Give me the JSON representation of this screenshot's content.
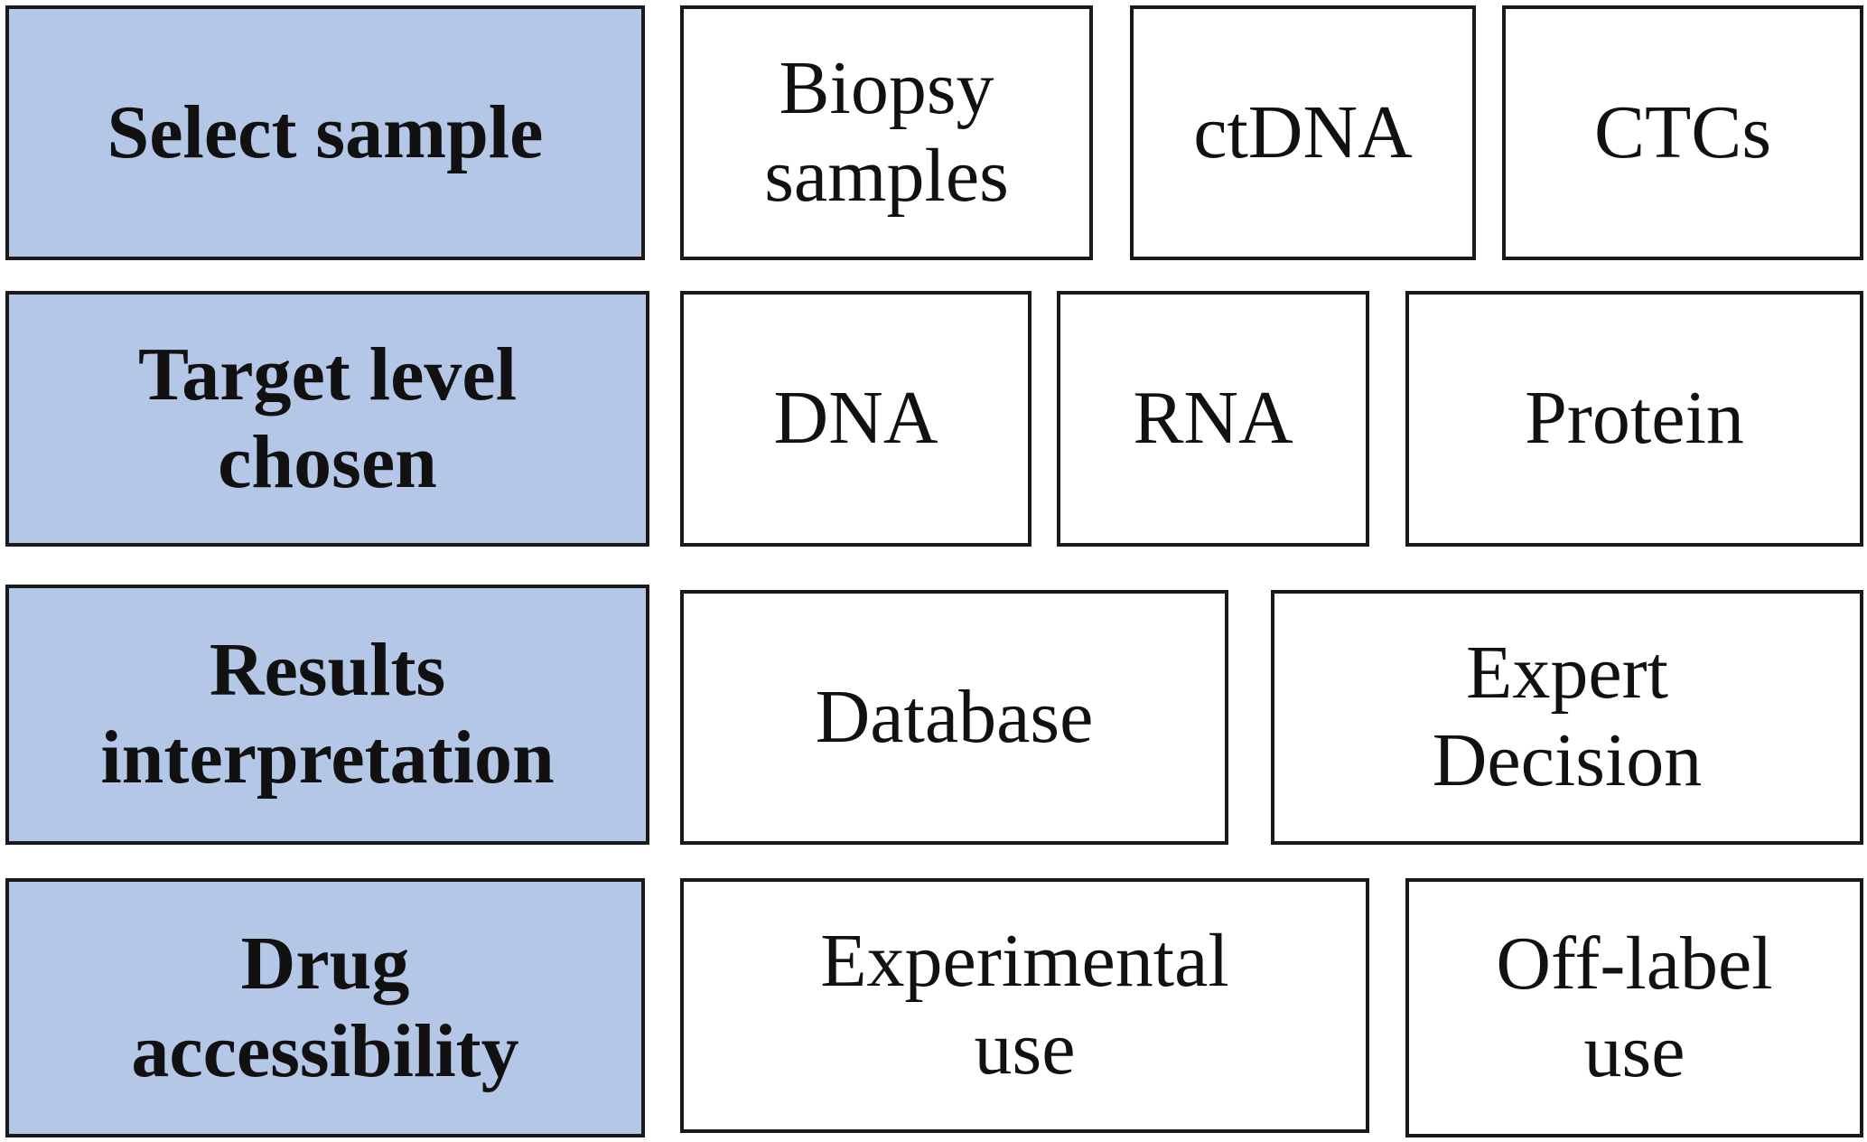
{
  "rows": [
    {
      "header": "Select sample",
      "options": [
        "Biopsy\nsamples",
        "ctDNA",
        "CTCs"
      ]
    },
    {
      "header": "Target level\nchosen",
      "options": [
        "DNA",
        "RNA",
        "Protein"
      ]
    },
    {
      "header": "Results\ninterpretation",
      "options": [
        "Database",
        "Expert\nDecision"
      ]
    },
    {
      "header": "Drug\naccessibility",
      "options": [
        "Experimental\nuse",
        "Off-label\nuse"
      ]
    }
  ],
  "colors": {
    "header_fill": "#b4c7e7",
    "border": "#1a1a1a"
  }
}
